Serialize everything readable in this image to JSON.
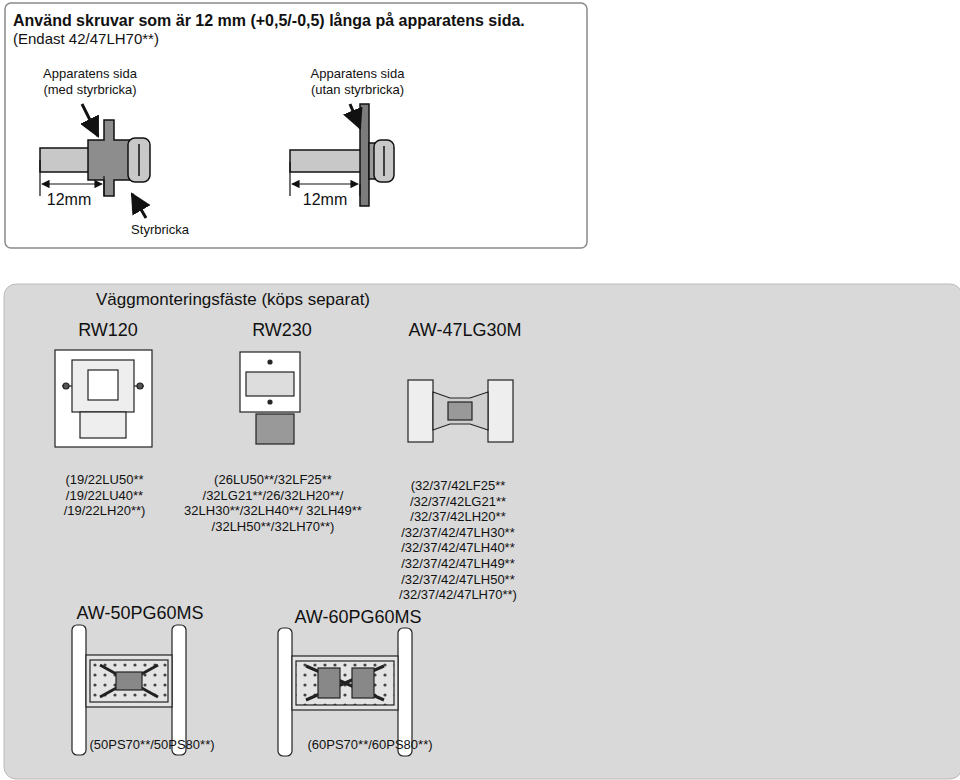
{
  "diagram": {
    "nodes": [
      {
        "text": [
          "Använd skruvar som är 12 mm (+0,5/-0,5) långa på apparatens sida.",
          "(Endast 42/47LH70**)"
        ]
      },
      {
        "text": [
          "Väggmonteringsfäste (köps separat)"
        ]
      }
    ],
    "labels": [
      "Apparatens sida (med styrbricka)",
      "Apparatens sida (utan styrbricka)",
      "12mm",
      "12mm",
      "Styrbricka",
      "RW120",
      "RW230",
      "AW-47LG30M",
      "(19/22LU50** /19/22LU40** /19/22LH20**)",
      "(26LU50**/32LF25** /32LG21**/26/32LH20**/ 32LH30**/32LH40**/ 32LH49** /32LH50**/32LH70**)",
      "(32/37/42LF25** /32/37/42LG21** /32/37/42LH20** /32/37/42/47LH30** /32/37/42/47LH40** /32/37/42/47LH49** /32/37/42/47LH50** /32/37/42/47LH70**)",
      "AW-50PG60MS",
      "AW-60PG60MS",
      "(50PS70**/50PS80**)",
      "(60PS70**/60PS80**)"
    ]
  }
}
